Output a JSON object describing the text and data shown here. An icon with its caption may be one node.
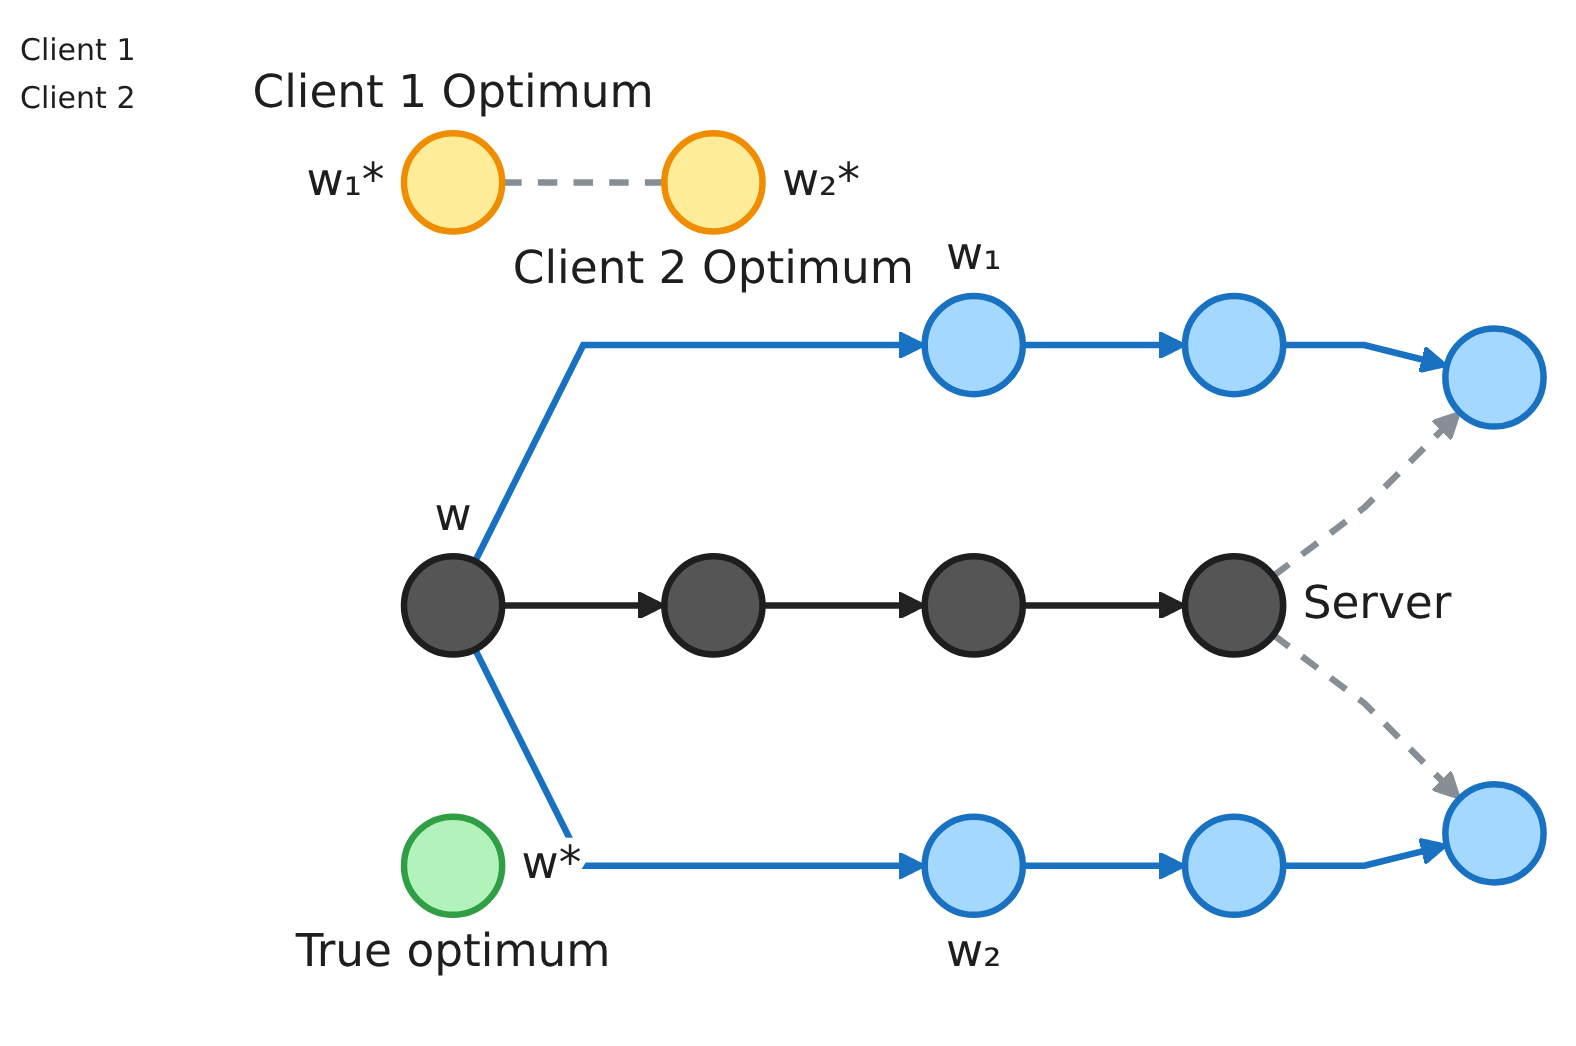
{
  "diagram": {
    "nodes": [
      {
        "text": [],
        "shape": "circle",
        "beside": [
          "w"
        ]
      },
      {
        "text": [],
        "shape": "circle",
        "beside": [
          "w₁"
        ]
      },
      {
        "text": [],
        "shape": "circle"
      },
      {
        "text": [],
        "shape": "circle"
      },
      {
        "text": [],
        "shape": "circle"
      },
      {
        "text": [],
        "shape": "circle"
      },
      {
        "text": [],
        "shape": "circle",
        "beside": [
          "Server"
        ]
      },
      {
        "text": [],
        "shape": "circle",
        "beside": [
          "w₂"
        ]
      },
      {
        "text": [],
        "shape": "circle"
      },
      {
        "text": [],
        "shape": "circle"
      },
      {
        "text": [],
        "shape": "circle",
        "beside": [
          "Client 1 Optimum",
          "w₁*"
        ]
      },
      {
        "text": [],
        "shape": "circle",
        "beside": [
          "True optimum",
          "w*"
        ]
      },
      {
        "text": [],
        "shape": "circle",
        "beside": [
          "w₂*",
          "Client 2 Optimum"
        ]
      }
    ],
    "edges": [
      {
        "from": 0,
        "to": 1,
        "arrow": "to"
      },
      {
        "from": 1,
        "to": 2,
        "arrow": "to"
      },
      {
        "from": 2,
        "to": 3,
        "arrow": "to"
      },
      {
        "from": 0,
        "to": 4,
        "arrow": "to",
        "color": "#222222"
      },
      {
        "from": 4,
        "to": 5,
        "arrow": "to",
        "color": "#222222"
      },
      {
        "from": 5,
        "to": 6,
        "arrow": "to",
        "color": "#222222"
      },
      {
        "from": 0,
        "to": 7,
        "arrow": "to"
      },
      {
        "from": 7,
        "to": 8,
        "arrow": "to"
      },
      {
        "from": 8,
        "to": 9,
        "arrow": "to"
      },
      {
        "from": 6,
        "to": 3,
        "arrow": "to",
        "style": "dashed",
        "color": "#868e96"
      },
      {
        "from": 6,
        "to": 9,
        "arrow": "to",
        "style": "dashed",
        "color": "#868e96"
      },
      {
        "from": 10,
        "to": 12,
        "arrow": "none",
        "style": "dashed",
        "color": "#868e96"
      }
    ],
    "labels": [
      "Client 1",
      "Client 2"
    ]
  }
}
